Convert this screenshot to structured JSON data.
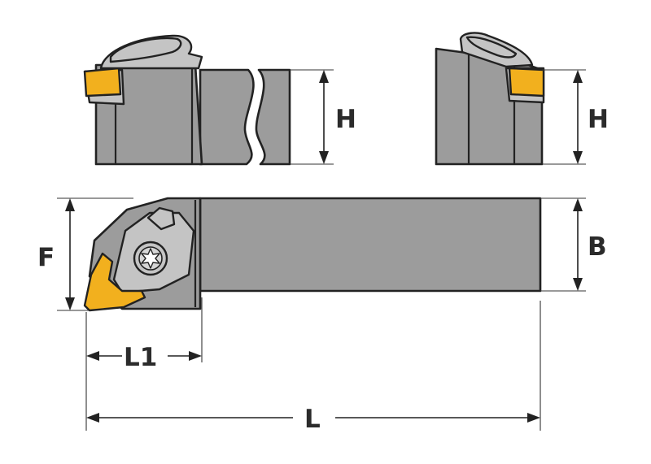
{
  "labels": {
    "h_left": "H",
    "h_right": "H",
    "f": "F",
    "b": "B",
    "l1": "L1",
    "l": "L"
  },
  "colors": {
    "body": "#9c9c9c",
    "body_light": "#c4c4c4",
    "insert": "#f2b01e",
    "outline": "#222222",
    "background": "#ffffff"
  },
  "icons": {
    "screw": "torx-screw-icon"
  }
}
